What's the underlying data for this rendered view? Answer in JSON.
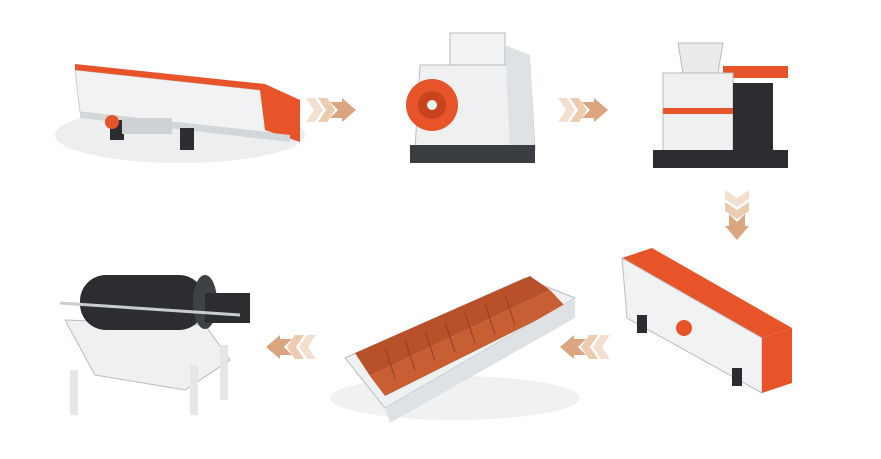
{
  "colors": {
    "machine_orange": "#e8542a",
    "machine_white": "#f1f2f3",
    "machine_gray": "#9aa0a6",
    "machine_dark": "#2b2d30",
    "arrow_light": "#f3dfcf",
    "arrow_mid": "#e9c4a6",
    "arrow_dark": "#d9a07a"
  },
  "flow": [
    {
      "step": 1,
      "icon": "vibrating-feeder-icon"
    },
    {
      "step": 2,
      "icon": "jaw-crusher-icon"
    },
    {
      "step": 3,
      "icon": "sand-making-machine-icon"
    },
    {
      "step": 4,
      "icon": "vibrating-screen-icon"
    },
    {
      "step": 5,
      "icon": "spiral-sand-washer-icon"
    },
    {
      "step": 6,
      "icon": "magnetic-separator-icon"
    }
  ],
  "arrows": [
    "right",
    "right",
    "down",
    "left",
    "left"
  ]
}
